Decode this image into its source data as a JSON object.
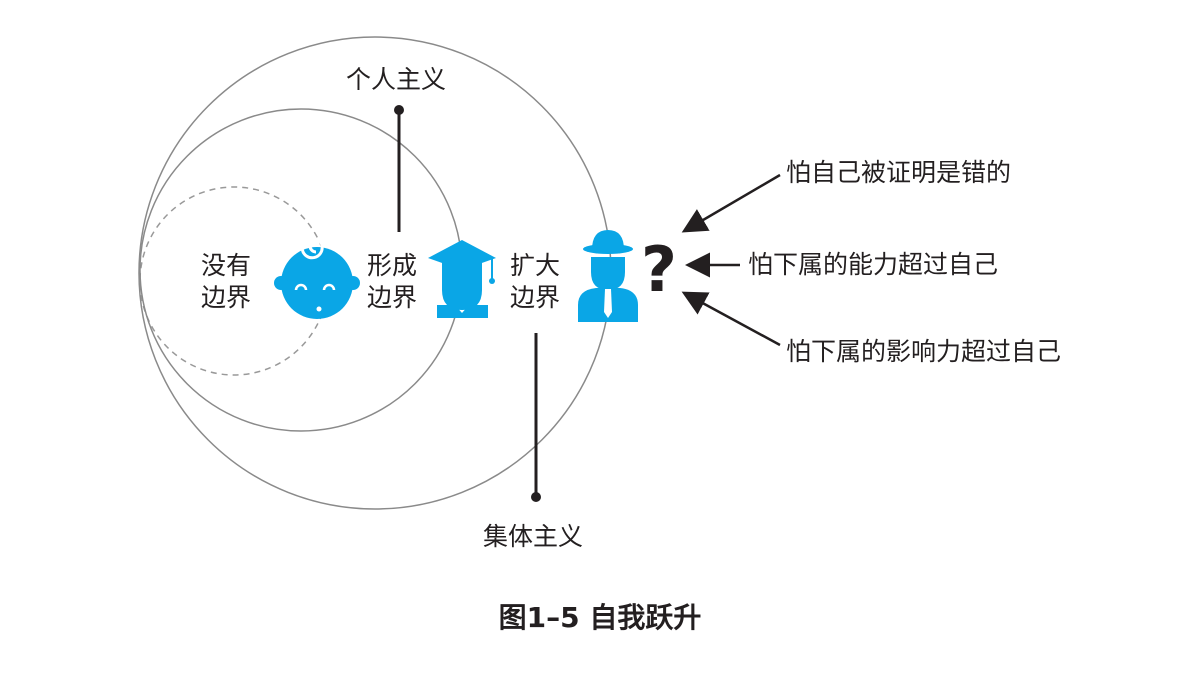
{
  "title": "图1–5 自我跃升",
  "labels": {
    "individualism": "个人主义",
    "collectivism": "集体主义",
    "no_boundary": [
      "没有",
      "边界"
    ],
    "form_boundary": [
      "形成",
      "边界"
    ],
    "expand_boundary": [
      "扩大",
      "边界"
    ],
    "question": "?"
  },
  "fears": [
    "怕自己被证明是错的",
    "怕下属的能力超过自己",
    "怕下属的影响力超过自己"
  ],
  "colors": {
    "icon": "#0aa6e6",
    "line": "#231f20",
    "circle": "#8a8a8a"
  }
}
